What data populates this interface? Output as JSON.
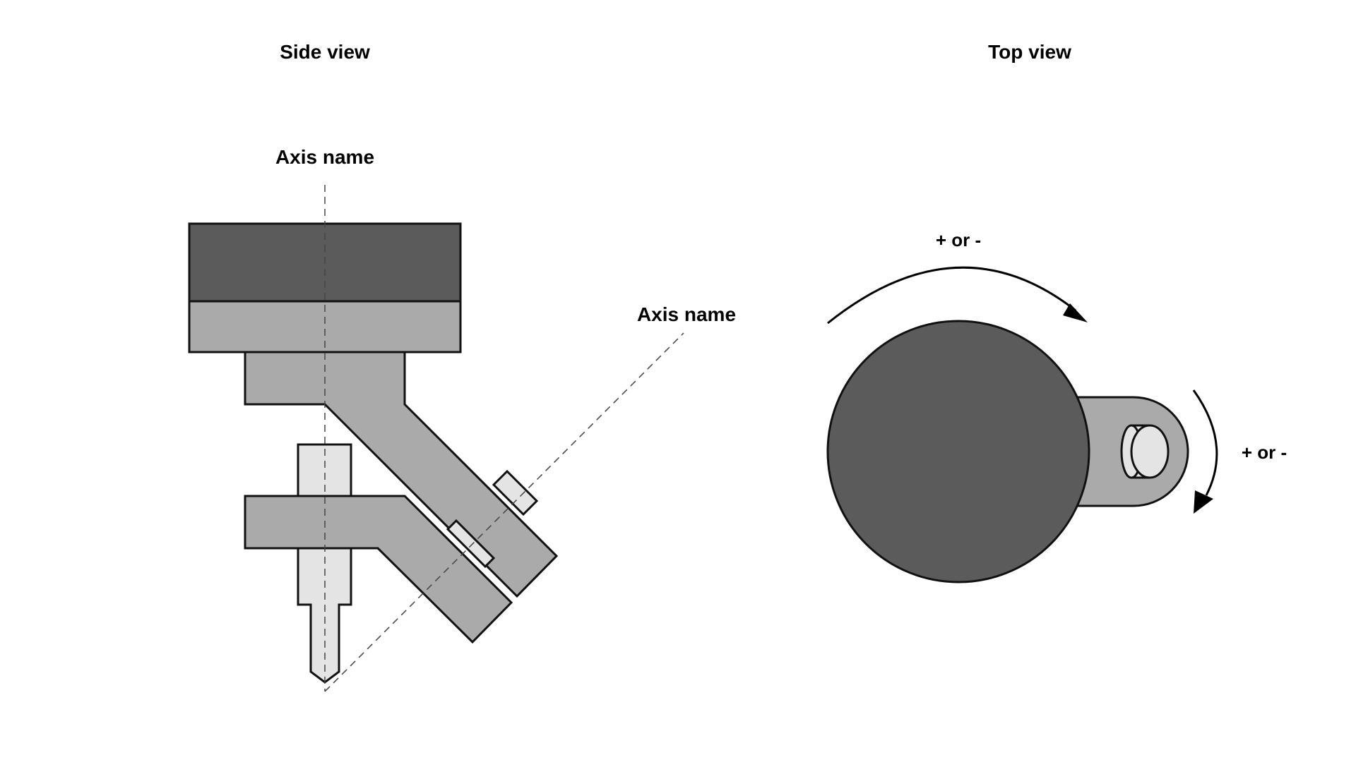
{
  "side_view": {
    "title": "Side view",
    "vertical_axis_label": "Axis name",
    "tilted_axis_label": "Axis name"
  },
  "top_view": {
    "title": "Top view",
    "rotation_label_top": "+ or -",
    "rotation_label_side": "+ or -"
  },
  "colors": {
    "dark": "#5b5b5b",
    "mid": "#aaaaaa",
    "light": "#e4e4e4",
    "outline": "#111111"
  }
}
